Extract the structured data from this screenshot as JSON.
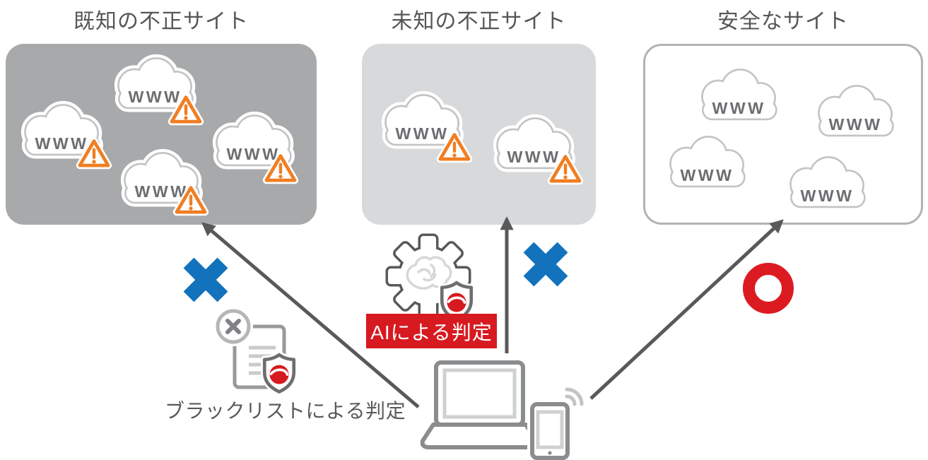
{
  "diagram": {
    "sections": {
      "known_bad": {
        "title": "既知の不正サイト"
      },
      "unknown_bad": {
        "title": "未知の不正サイト"
      },
      "safe": {
        "title": "安全なサイト"
      }
    },
    "cloud_label": "WWW",
    "ai_badge": "AIによる判定",
    "blacklist_caption": "ブラックリストによる判定"
  },
  "icons": {
    "cloud": "www-cloud",
    "warning": "triangle-exclamation",
    "blocked_mark": "blue-x-cross",
    "allowed_mark": "red-circle-ring",
    "ai_engine": "gear-with-brain",
    "security_shield": "shield-with-red-swoosh-logo",
    "blacklist_doc": "document-with-x-badge",
    "client_laptop": "laptop",
    "client_phone": "smartphone-with-wifi"
  },
  "colors": {
    "box_known_bg": "#A7A9AB",
    "box_unknown_bg": "#D8D9DB",
    "box_safe_border": "#B1B3B5",
    "accent_blue": "#1273BC",
    "accent_red": "#D71920",
    "accent_red_mark": "#DB1B21",
    "warn_orange": "#F07E22",
    "arrow_gray": "#58595B",
    "title_gray": "#55565A",
    "cloud_line": "#C2C3C5",
    "www_text": "#6D6E71",
    "device_line": "#8A8C8E"
  }
}
